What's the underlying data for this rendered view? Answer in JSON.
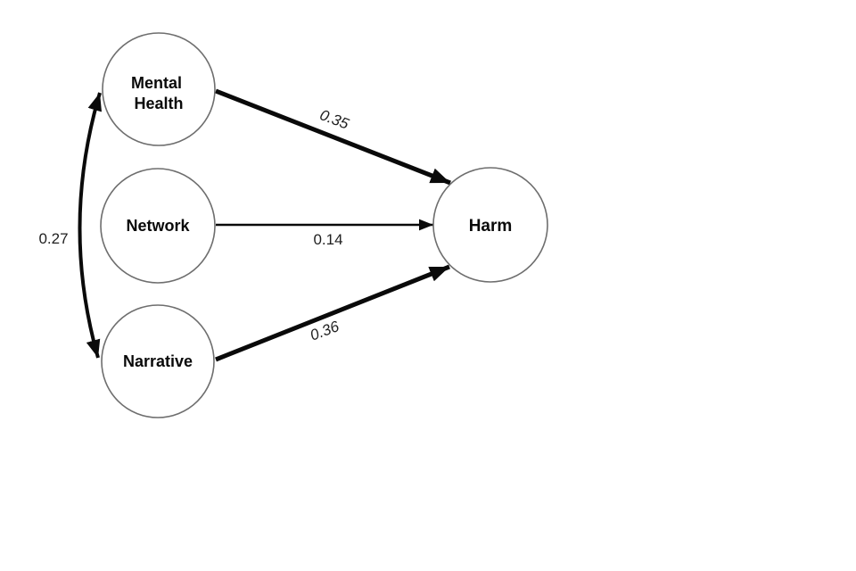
{
  "diagram": {
    "type": "path-diagram",
    "background_color": "#ffffff",
    "nodes": {
      "mental_health": {
        "id": "mental-health",
        "label": "Mental Health",
        "label_line1": "Mental",
        "label_line2": "Health",
        "shape": "circle"
      },
      "network": {
        "id": "network",
        "label": "Network",
        "shape": "circle"
      },
      "narrative": {
        "id": "narrative",
        "label": "Narrative",
        "shape": "circle"
      },
      "harm": {
        "id": "harm",
        "label": "Harm",
        "shape": "circle"
      }
    },
    "edges": {
      "mental_health_to_harm": {
        "from": "mental-health",
        "to": "harm",
        "weight": "0.35",
        "style": "thick-arrow",
        "direction": "one-way"
      },
      "network_to_harm": {
        "from": "network",
        "to": "harm",
        "weight": "0.14",
        "style": "thin-arrow",
        "direction": "one-way"
      },
      "narrative_to_harm": {
        "from": "narrative",
        "to": "harm",
        "weight": "0.36",
        "style": "thick-arrow",
        "direction": "one-way"
      },
      "mental_health_narrative_covariance": {
        "from": "mental-health",
        "to": "narrative",
        "weight": "0.27",
        "style": "curved-arrow",
        "direction": "two-way"
      }
    },
    "colors": {
      "node_stroke": "#6e6e6e",
      "node_fill": "#ffffff",
      "edge_stroke": "#0a0a0a",
      "node_label": "#0a0a0a",
      "edge_label": "#1f1f1f"
    }
  }
}
